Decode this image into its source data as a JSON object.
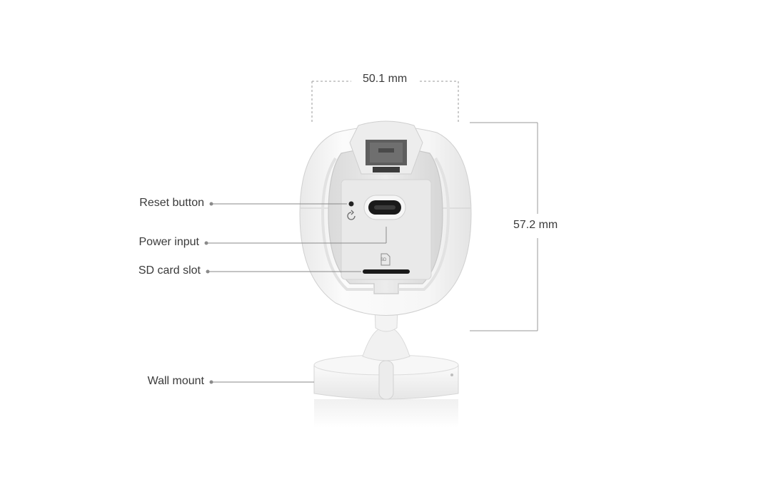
{
  "dimensions": {
    "width_label": "50.1 mm",
    "height_label": "57.2 mm"
  },
  "callouts": [
    {
      "label": "Reset button"
    },
    {
      "label": "Power input"
    },
    {
      "label": "SD card slot"
    },
    {
      "label": "Wall mount"
    }
  ],
  "device": {
    "sd_marking": "SD"
  },
  "colors": {
    "text": "#3a3a3a",
    "leader_line": "#8a8a8a",
    "dimension_line": "#9a9a9a",
    "device_body": "#f4f4f4",
    "port": "#1a1a1a"
  }
}
